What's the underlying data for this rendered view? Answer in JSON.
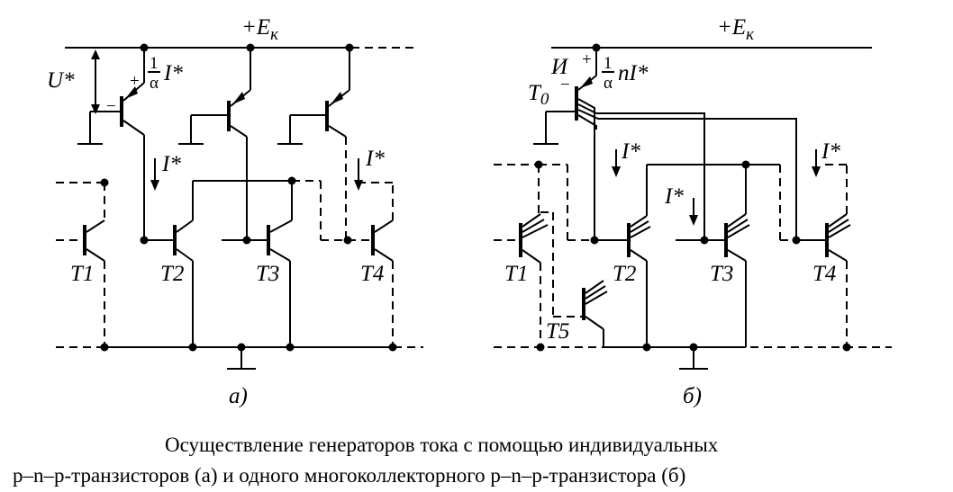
{
  "diagram_a": {
    "supply_label": "+E",
    "supply_sub": "к",
    "voltage_label": "U*",
    "current_label": "I*",
    "ref_current_prefix": "1",
    "ref_current_den": "α",
    "ref_current_text": "I*",
    "plus": "+",
    "minus": "−",
    "t1": "T1",
    "t2": "T2",
    "t3": "T3",
    "t4": "T4",
    "panel_label": "а)"
  },
  "diagram_b": {
    "supply_label": "+E",
    "supply_sub": "к",
    "t0": "T",
    "t0_sub": "0",
    "voltage_label": "И",
    "current_label": "I*",
    "ref_current_prefix": "1",
    "ref_current_den": "α",
    "ref_current_text": "nI*",
    "plus": "+",
    "minus": "−",
    "t1": "T1",
    "t2": "T2",
    "t3": "T3",
    "t4": "T4",
    "t5": "T5",
    "panel_label": "б)"
  },
  "caption": {
    "line1": "Осуществление генераторов тока с помощью индивидуальных",
    "line2": "p–n–p-транзисторов (a) и одного многоколлекторного p–n–p-транзистора (б)"
  }
}
